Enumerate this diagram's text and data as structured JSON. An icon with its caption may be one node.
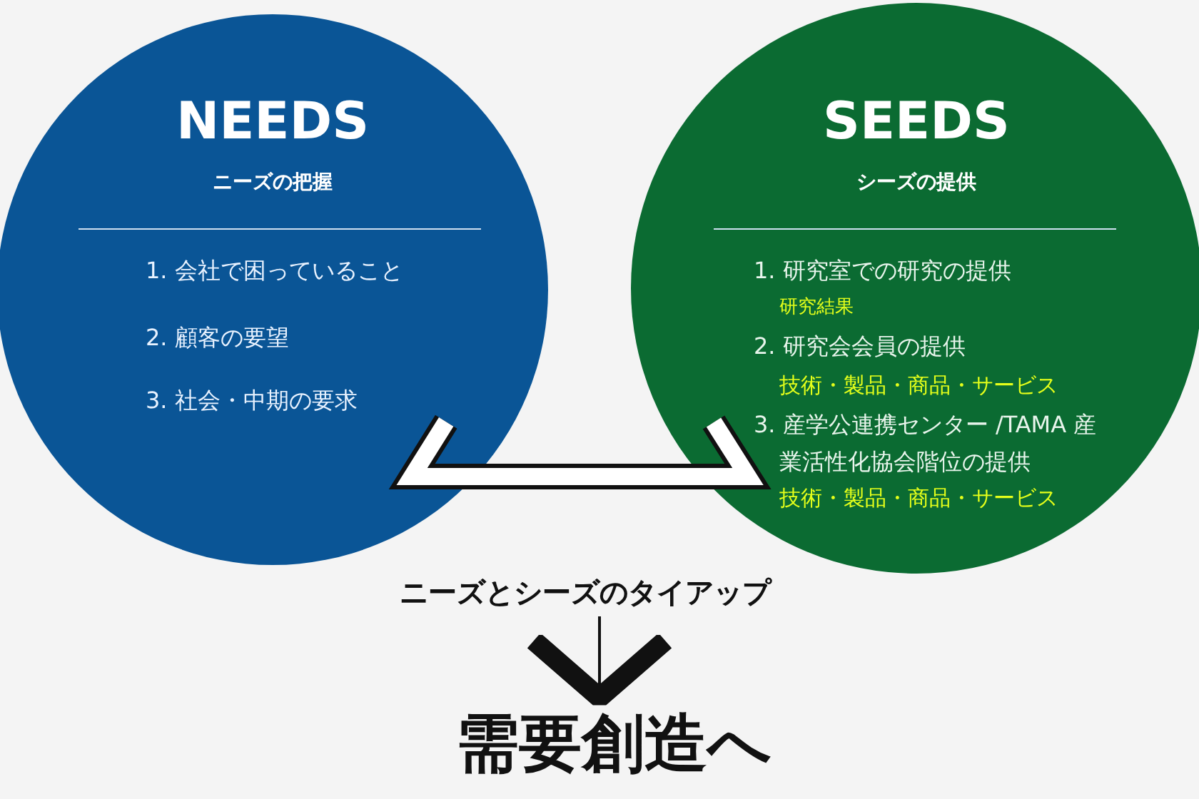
{
  "diagram": {
    "nodes": [
      {
        "text": [
          "NEEDS",
          "ニーズの把握",
          "1. 会社で困っていること",
          "2. 顧客の要望",
          "3. 社会・中期の要求"
        ]
      },
      {
        "text": [
          "SEEDS",
          "シーズの提供",
          "1. 研究室での研究の提供",
          "研究結果",
          "2. 研究会会員の提供",
          "技術・製品・商品・サービス",
          "3. 産学公連携センター /TAMA 産業活性化協会階位の提供",
          "技術・製品・商品・サービス"
        ]
      },
      {
        "text": [
          "ニーズとシーズのタイアップ"
        ]
      },
      {
        "text": [
          "需要創造へ"
        ]
      }
    ],
    "edges": [
      {
        "from": 0,
        "to": 1,
        "arrow": "none",
        "style": "thick"
      },
      {
        "from": 2,
        "to": 3,
        "arrow": "to"
      }
    ]
  }
}
